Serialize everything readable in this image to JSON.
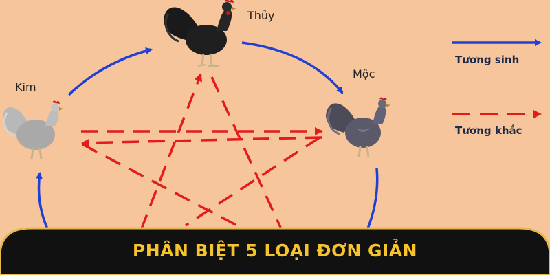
{
  "diagram": {
    "nodes": {
      "thuy": "Thủy",
      "moc": "Mộc",
      "kim": "Kim"
    },
    "legend": {
      "sinh_label": "Tương sinh",
      "khac_label": "Tương khắc",
      "sinh_color": "#1f3fd6",
      "khac_color": "#e31b1b"
    },
    "roosters": [
      {
        "node": "thuy",
        "color": "#1a1a1a"
      },
      {
        "node": "moc",
        "color": "#565666"
      },
      {
        "node": "kim",
        "color": "#a3a3a3"
      }
    ]
  },
  "banner": {
    "title": "PHÂN BIỆT 5 LOẠI ĐƠN GIẢN",
    "text_color": "#f6c22e",
    "bg_color": "#111111",
    "border_color": "#e6b84a"
  }
}
